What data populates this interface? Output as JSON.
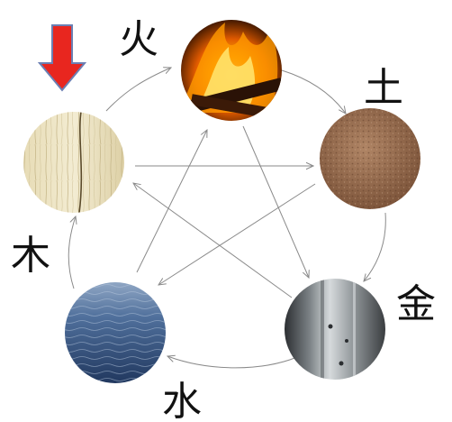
{
  "elements": [
    {
      "id": "fire",
      "char": "火",
      "texture": "fire"
    },
    {
      "id": "earth",
      "char": "土",
      "texture": "soil"
    },
    {
      "id": "metal",
      "char": "金",
      "texture": "metal"
    },
    {
      "id": "water",
      "char": "水",
      "texture": "water"
    },
    {
      "id": "wood",
      "char": "木",
      "texture": "wood"
    }
  ],
  "generating_cycle": [
    [
      "wood",
      "fire"
    ],
    [
      "fire",
      "earth"
    ],
    [
      "earth",
      "metal"
    ],
    [
      "metal",
      "water"
    ],
    [
      "water",
      "wood"
    ]
  ],
  "overcoming_cycle": [
    [
      "wood",
      "earth"
    ],
    [
      "earth",
      "water"
    ],
    [
      "water",
      "fire"
    ],
    [
      "fire",
      "metal"
    ],
    [
      "metal",
      "wood"
    ]
  ],
  "indicator": {
    "shape": "down-arrow",
    "target": "wood",
    "color": "#e8261f",
    "outline": "#6b7fb3"
  },
  "arrow_color": "#8a8a8a"
}
